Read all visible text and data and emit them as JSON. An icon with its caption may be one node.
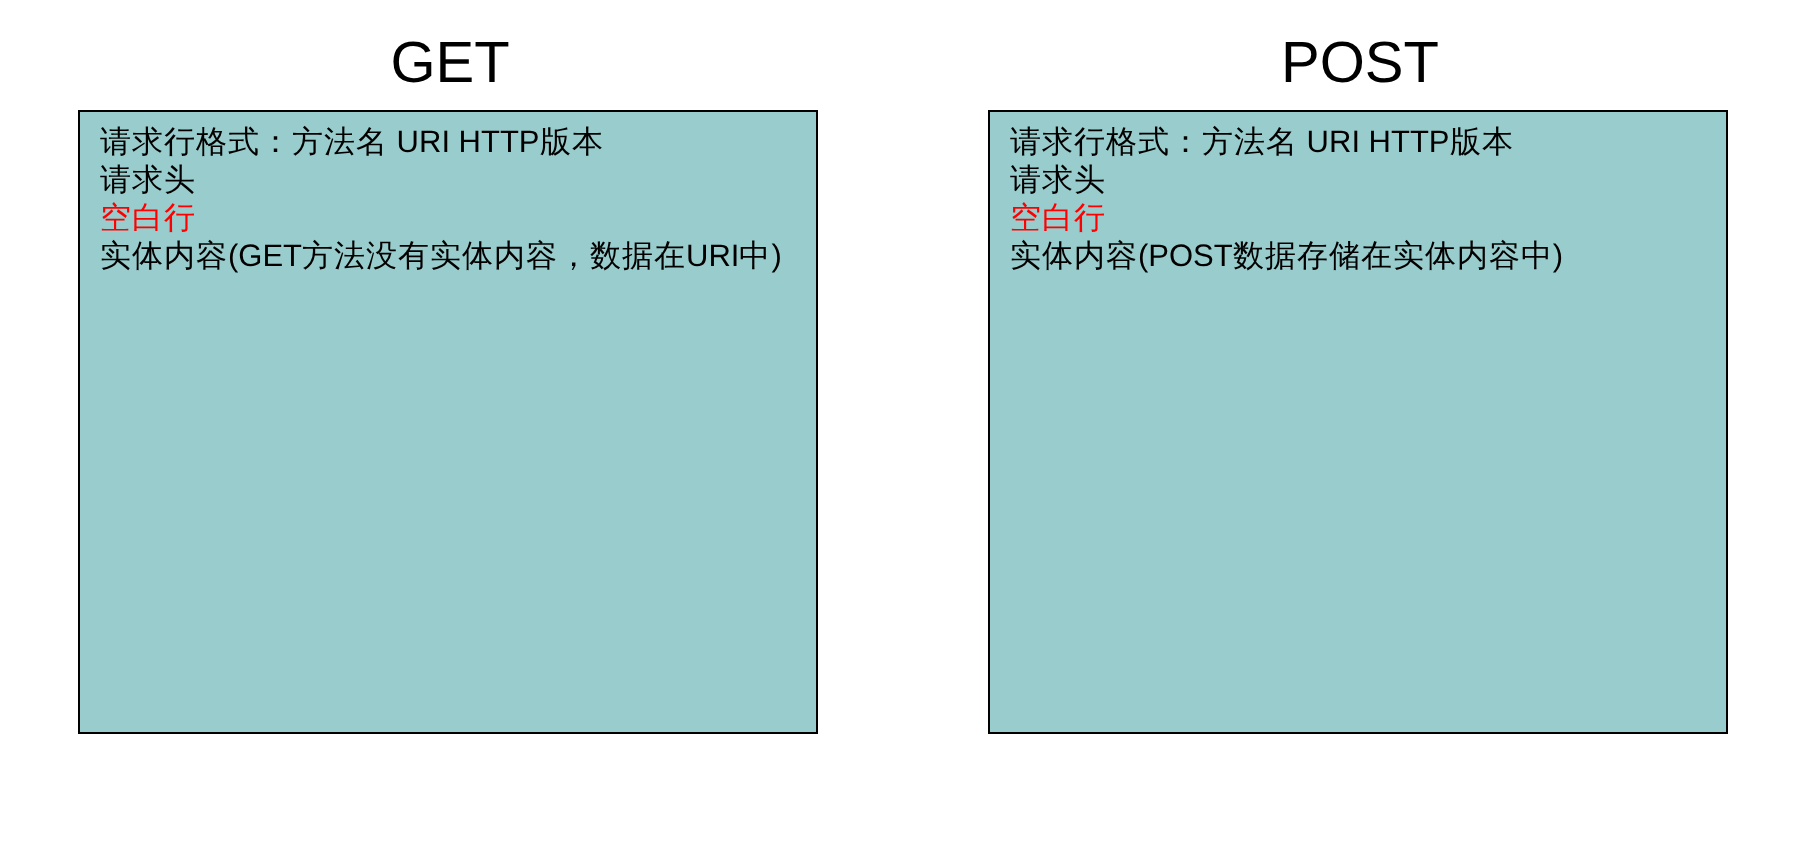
{
  "diagram": {
    "nodes": [
      {
        "text": [
          "GET",
          "请求行格式：方法名 URI HTTP版本",
          "请求头",
          "空白行",
          "实体内容(GET方法没有实体内容，数据在URI中)"
        ]
      },
      {
        "text": [
          "POST",
          "请求行格式：方法名 URI HTTP版本",
          "请求头",
          "空白行",
          "实体内容(POST数据存储在实体内容中)"
        ]
      }
    ]
  }
}
